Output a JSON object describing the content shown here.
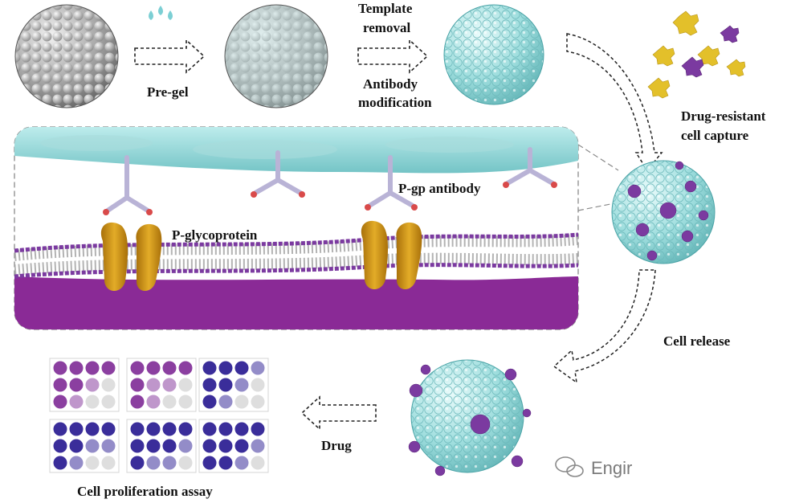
{
  "labels": {
    "pre_gel": "Pre-gel",
    "template_removal_1": "Template",
    "template_removal_2": "removal",
    "antibody_mod_1": "Antibody",
    "antibody_mod_2": "modification",
    "capture_1": "Drug-resistant",
    "capture_2": "cell capture",
    "p_gp_antibody": "P-gp antibody",
    "p_glycoprotein": "P-glycoprotein",
    "cell_release": "Cell release",
    "drug": "Drug",
    "assay": "Cell proliferation assay"
  },
  "watermark": {
    "text": "Engir",
    "icon": "wechat-icon"
  },
  "colors": {
    "gray_sphere": "#9a9a9a",
    "cyan_sphere": "#9fdede",
    "purple_cell": "#7b3aa0",
    "yellow_cell": "#e3c02a",
    "membrane": "#8a2a96",
    "protein": "#d49a1a",
    "antibody": "#b9b3d6",
    "assay_purple": "#8b3fa0",
    "assay_blue": "#3a2d9a"
  }
}
